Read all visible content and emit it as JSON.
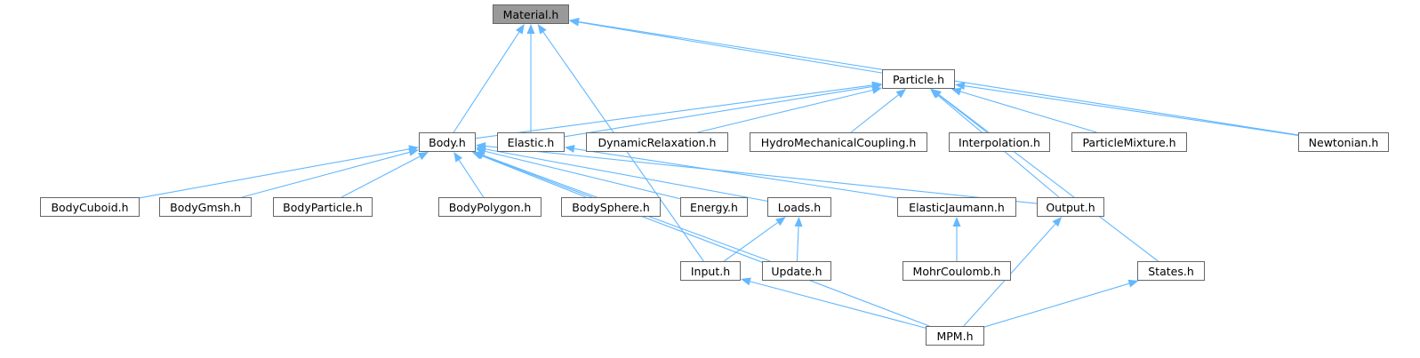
{
  "graph": {
    "edge_color": "#63b8ff",
    "node_border_color": "#666666",
    "root_fill_color": "#999999",
    "nodes": {
      "material": "Material.h",
      "particle": "Particle.h",
      "body": "Body.h",
      "elastic": "Elastic.h",
      "dynamic_relaxation": "DynamicRelaxation.h",
      "hydro_mechanical_coupling": "HydroMechanicalCoupling.h",
      "interpolation": "Interpolation.h",
      "particle_mixture": "ParticleMixture.h",
      "newtonian": "Newtonian.h",
      "body_cuboid": "BodyCuboid.h",
      "body_gmsh": "BodyGmsh.h",
      "body_particle": "BodyParticle.h",
      "body_polygon": "BodyPolygon.h",
      "body_sphere": "BodySphere.h",
      "energy": "Energy.h",
      "loads": "Loads.h",
      "elastic_jaumann": "ElasticJaumann.h",
      "output": "Output.h",
      "input": "Input.h",
      "update": "Update.h",
      "mohr_coulomb": "MohrCoulomb.h",
      "states": "States.h",
      "mpm": "MPM.h"
    },
    "edges": [
      {
        "from": "body",
        "to": "material"
      },
      {
        "from": "elastic",
        "to": "material"
      },
      {
        "from": "particle",
        "to": "material"
      },
      {
        "from": "newtonian",
        "to": "material"
      },
      {
        "from": "input",
        "to": "material"
      },
      {
        "from": "body",
        "to": "particle"
      },
      {
        "from": "elastic",
        "to": "particle"
      },
      {
        "from": "dynamic_relaxation",
        "to": "particle"
      },
      {
        "from": "hydro_mechanical_coupling",
        "to": "particle"
      },
      {
        "from": "interpolation",
        "to": "particle"
      },
      {
        "from": "particle_mixture",
        "to": "particle"
      },
      {
        "from": "newtonian",
        "to": "particle"
      },
      {
        "from": "output",
        "to": "particle"
      },
      {
        "from": "states",
        "to": "particle"
      },
      {
        "from": "body_cuboid",
        "to": "body"
      },
      {
        "from": "body_gmsh",
        "to": "body"
      },
      {
        "from": "body_particle",
        "to": "body"
      },
      {
        "from": "body_polygon",
        "to": "body"
      },
      {
        "from": "body_sphere",
        "to": "body"
      },
      {
        "from": "energy",
        "to": "body"
      },
      {
        "from": "loads",
        "to": "body"
      },
      {
        "from": "output",
        "to": "body"
      },
      {
        "from": "update",
        "to": "body"
      },
      {
        "from": "mpm",
        "to": "body"
      },
      {
        "from": "elastic_jaumann",
        "to": "elastic"
      },
      {
        "from": "input",
        "to": "loads"
      },
      {
        "from": "update",
        "to": "loads"
      },
      {
        "from": "mohr_coulomb",
        "to": "elastic_jaumann"
      },
      {
        "from": "mpm",
        "to": "output"
      },
      {
        "from": "mpm",
        "to": "input"
      },
      {
        "from": "mpm",
        "to": "states"
      }
    ]
  }
}
